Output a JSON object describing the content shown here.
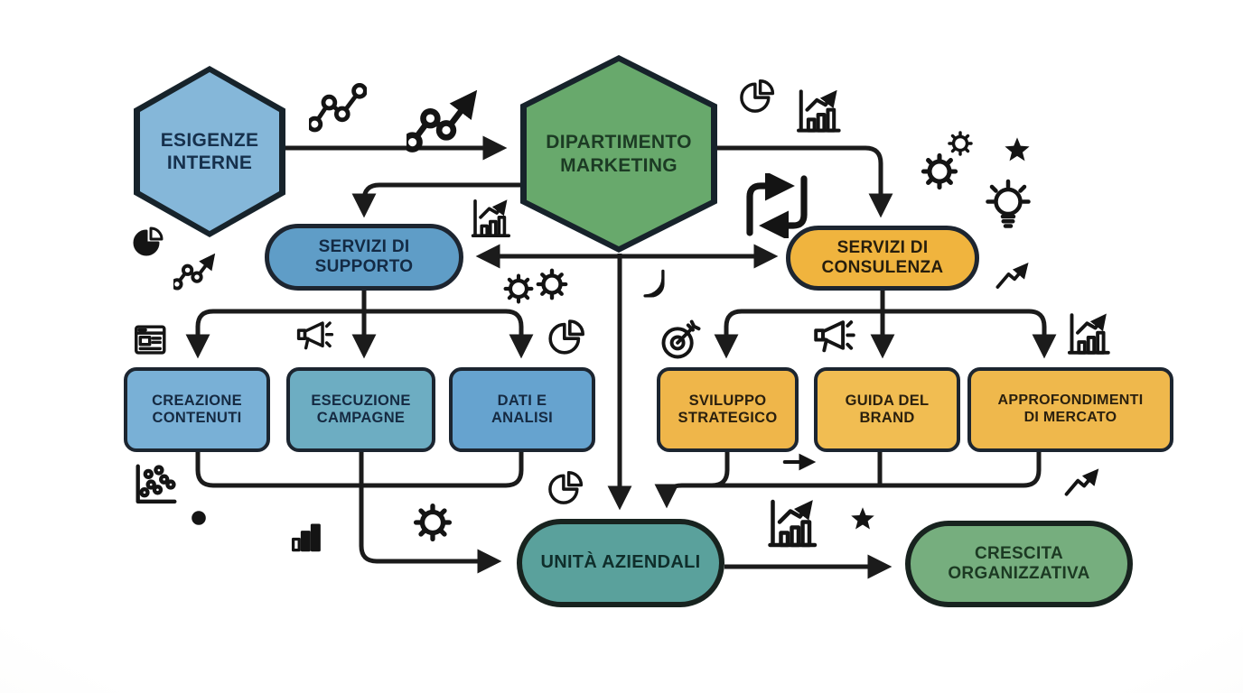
{
  "diagram": {
    "background_color": "#ffffff",
    "line_color": "#1b1b1b",
    "nodes": {
      "esigenze_interne": {
        "label": "ESIGENZE\nINTERNE",
        "shape": "hexagon",
        "fill": "#85b7d9",
        "text_color": "#16304c"
      },
      "dipartimento_marketing": {
        "label": "DIPARTIMENTO\nMARKETING",
        "shape": "hexagon",
        "fill": "#68a96c",
        "text_color": "#1c3b24"
      },
      "servizi_di_supporto": {
        "label": "SERVIZI DI\nSUPPORTO",
        "shape": "pill",
        "fill": "#5f9dc7",
        "text_color": "#132a44"
      },
      "servizi_di_consulenza": {
        "label": "SERVIZI DI\nCONSULENZA",
        "shape": "pill",
        "fill": "#f0b43e",
        "text_color": "#271e0d"
      },
      "creazione_contenuti": {
        "label": "CREAZIONE\nCONTENUTI",
        "shape": "box",
        "fill": "#79b0d6",
        "text_color": "#152a42"
      },
      "esecuzione_campagne": {
        "label": "ESECUZIONE\nCAMPAGNE",
        "shape": "box",
        "fill": "#6dadc2",
        "text_color": "#152a42"
      },
      "dati_e_analisi": {
        "label": "DATI E\nANALISI",
        "shape": "box",
        "fill": "#66a3cf",
        "text_color": "#152a42"
      },
      "sviluppo_strategico": {
        "label": "SVILUPPO\nSTRATEGICO",
        "shape": "box",
        "fill": "#efb64a",
        "text_color": "#2b200e"
      },
      "guida_del_brand": {
        "label": "GUIDA DEL\nBRAND",
        "shape": "box",
        "fill": "#f1bd52",
        "text_color": "#2b200e"
      },
      "approfondimenti_mercato": {
        "label": "APPROFONDIMENTI\nDI MERCATO",
        "shape": "box",
        "fill": "#efb84c",
        "text_color": "#2b200e"
      },
      "unita_aziendali": {
        "label": "UNITÀ AZIENDALI",
        "shape": "pill",
        "fill": "#5aa19c",
        "text_color": "#0f2e2b"
      },
      "crescita_organizzativa": {
        "label": "CRESCITA\nORGANIZZATIVA",
        "shape": "pill",
        "fill": "#76ae7e",
        "text_color": "#1c3a23"
      }
    },
    "edges": [
      "esigenze_interne -> dipartimento_marketing",
      "dipartimento_marketing -> servizi_di_supporto",
      "dipartimento_marketing -> servizi_di_consulenza",
      "dipartimento_marketing -> unita_aziendali",
      "servizi_di_supporto <-> servizi_di_consulenza",
      "servizi_di_supporto -> creazione_contenuti",
      "servizi_di_supporto -> esecuzione_campagne",
      "servizi_di_supporto -> dati_e_analisi",
      "servizi_di_consulenza -> sviluppo_strategico",
      "servizi_di_consulenza -> guida_del_brand",
      "servizi_di_consulenza -> approfondimenti_mercato",
      "creazione_contenuti+esecuzione_campagne+dati_e_analisi -> unita_aziendali",
      "sviluppo_strategico+guida_del_brand+approfondimenti_mercato -> unita_aziendali",
      "unita_aziendali -> crescita_organizzativa"
    ],
    "decorative_icons": [
      "line-chart-dots-icon",
      "line-chart-arrow-icon",
      "pie-chart-icon",
      "bar-chart-trend-icon",
      "swap-arrows-icon",
      "gears-icon",
      "star-icon",
      "lightbulb-icon",
      "trend-arrow-icon",
      "pie-chart-filled-icon",
      "newspaper-icon",
      "megaphone-icon",
      "target-dart-icon",
      "scatter-plot-icon",
      "dot-icon",
      "bar-chart-filled-icon",
      "gear-icon",
      "right-arrow-icon"
    ]
  }
}
